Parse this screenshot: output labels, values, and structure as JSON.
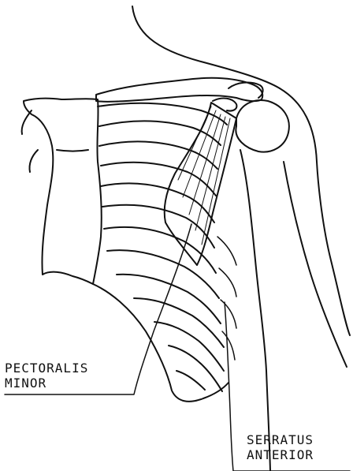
{
  "labels": {
    "pectoralis_minor": [
      "PECTORALIS",
      "MINOR"
    ],
    "serratus_anterior": [
      "SERRATUS",
      "ANTERIOR"
    ]
  },
  "colors": {
    "ink": "#111111",
    "paper": "#ffffff"
  }
}
